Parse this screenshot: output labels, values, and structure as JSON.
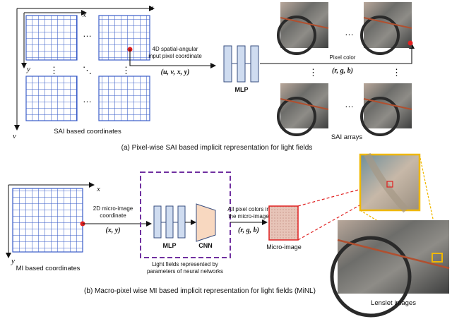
{
  "colors": {
    "grid": "#3a5cc8",
    "red": "#e02020",
    "mlp_fill": "#cfdcf0",
    "mlp_stroke": "#3a4f80",
    "cnn_fill": "#f8d8c0",
    "dashed_box": "#7030a0",
    "micro_fill": "#e7c4b8",
    "gold": "#f0b800"
  },
  "top": {
    "axis_u": "u",
    "axis_v": "v",
    "axis_x": "x",
    "axis_y": "y",
    "ellipsis_h": "…",
    "ellipsis_v": "⋮",
    "ellipsis_diag": "⋱",
    "grid_label": "SAI based coordinates",
    "input_label_line1": "4D spatial-angular",
    "input_label_line2": "input pixel coordinate",
    "input_vars": "(u, v, x, y)",
    "mlp_label": "MLP",
    "output_label": "Pixel color",
    "output_vars": "(r, g, b)",
    "sai_label": "SAI arrays",
    "caption": "(a) Pixel-wise SAI based implicit representation for light fields"
  },
  "bottom": {
    "axis_x": "x",
    "axis_y": "y",
    "grid_label": "MI based coordinates",
    "input_label_line1": "2D micro-image",
    "input_label_line2": "coordinate",
    "input_vars": "(x, y)",
    "mlp_label": "MLP",
    "cnn_label": "CNN",
    "nn_caption_line1": "Light fields represented by",
    "nn_caption_line2": "parameters of neural networks",
    "output_label_line1": "All pixel colors in",
    "output_label_line2": "the micro-image",
    "output_vars": "(r, g, b)",
    "micro_label": "Micro-image",
    "lenslet_label": "Lenslet images",
    "caption": "(b) Macro-pixel wise MI based implicit representation for light fields (MiNL)"
  }
}
